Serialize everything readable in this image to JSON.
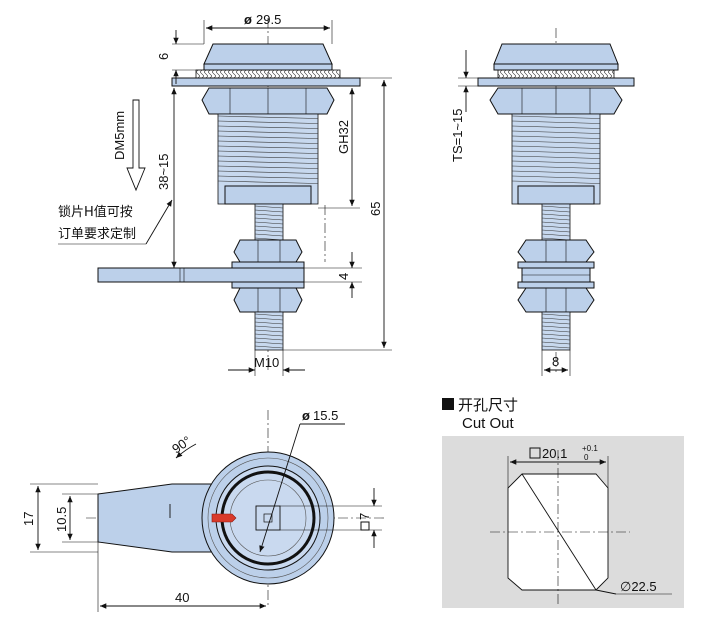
{
  "side_view": {
    "dia_head": "29.5",
    "head_height": "6",
    "thread_len": "GH32",
    "total_len": "65",
    "range": "38~15",
    "thread_dia": "M10",
    "cam_thk": "4",
    "mark": "DM5mm",
    "note_line1": "锁片H值可按",
    "note_line2": "订单要求定制"
  },
  "front_view": {
    "ts": "TS=1~15",
    "square": "8"
  },
  "top_view": {
    "angle": "90°",
    "dia_plug": "15.5",
    "square": "7",
    "h1": "17",
    "h2": "10.5",
    "length": "40"
  },
  "cutout": {
    "title_cn": "开孔尺寸",
    "title_en": "Cut Out",
    "square": "20.1",
    "tol_upper": "+0.1",
    "tol_lower": "0",
    "dia": "∅22.5"
  }
}
